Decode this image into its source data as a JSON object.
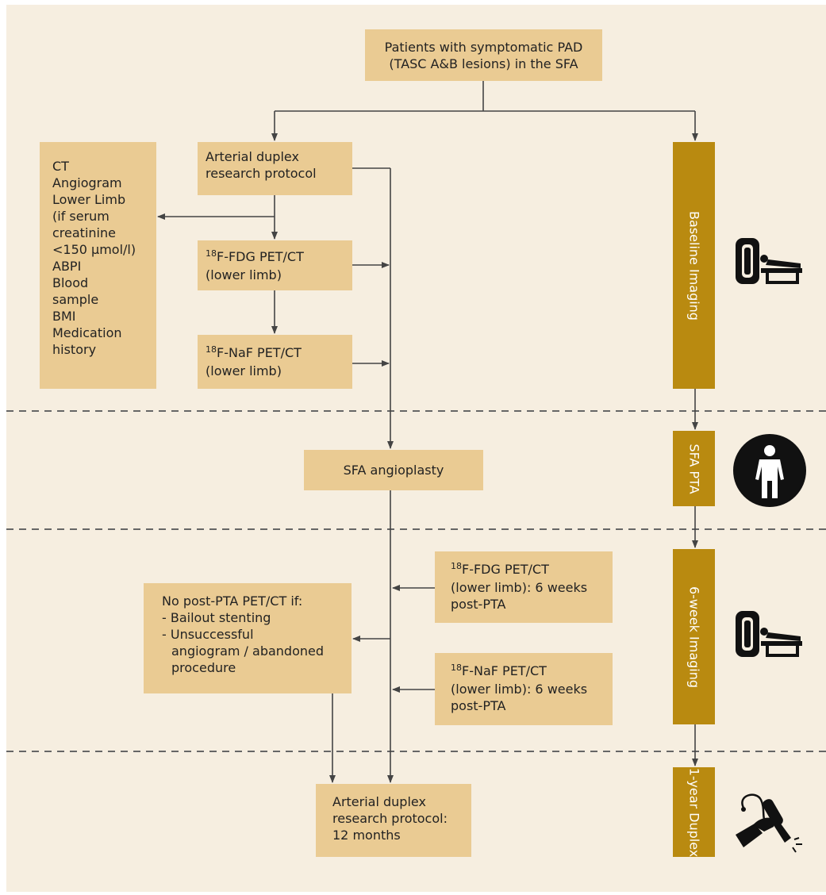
{
  "boxes": {
    "patients": [
      "Patients with symptomatic PAD",
      "(TASC A&B lesions) in the SFA"
    ],
    "duplex_research": [
      "Arterial duplex",
      "research protocol"
    ],
    "ct_list": [
      "CT",
      "Angiogram",
      "Lower Limb",
      "(if serum",
      "creatinine",
      "<150 μmol/l)",
      "ABPI",
      "Blood",
      "sample",
      "BMI",
      "Medication",
      "history"
    ],
    "fdg_baseline": {
      "sup": "18",
      "line1": "F-FDG PET/CT",
      "line2": "(lower limb)"
    },
    "naf_baseline": {
      "sup": "18",
      "line1": "F-NaF PET/CT",
      "line2": "(lower limb)"
    },
    "sfa_angioplasty": "SFA angioplasty",
    "fdg_6week": {
      "sup": "18",
      "line1": "F-FDG PET/CT",
      "line2": "(lower limb): 6 weeks",
      "line3": "post-PTA"
    },
    "naf_6week": {
      "sup": "18",
      "line1": "F-NaF PET/CT",
      "line2": "(lower limb): 6 weeks",
      "line3": "post-PTA"
    },
    "no_post_pta": [
      "No post-PTA PET/CT if:",
      "- Bailout stenting",
      "- Unsuccessful",
      "angiogram / abandoned",
      "procedure"
    ],
    "duplex_12m": [
      "Arterial duplex",
      "research protocol:",
      "12 months"
    ]
  },
  "stages": {
    "baseline": "Baseline Imaging",
    "sfa_pta": "SFA PTA",
    "six_week": "6-week Imaging",
    "one_year": "1-year Duplex"
  },
  "icons": {
    "baseline": "pet-ct-scanner-icon",
    "sfa_pta": "person-icon",
    "six_week": "pet-ct-scanner-icon",
    "one_year": "duplex-ultrasound-probe-icon"
  },
  "colors": {
    "background": "#f6eee0",
    "box": "#eacb93",
    "stage_bar": "#b98a10",
    "line": "#444444",
    "divider": "#666666"
  }
}
